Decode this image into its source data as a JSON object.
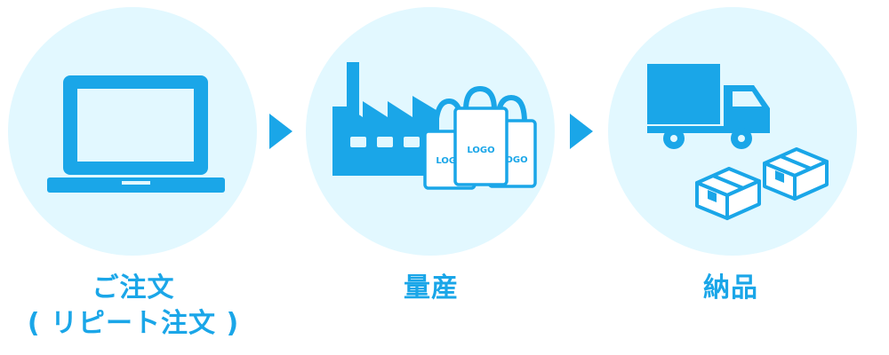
{
  "steps": [
    {
      "title": "ご注文",
      "subtitle": "( リピート注文 )",
      "icon": "laptop-icon"
    },
    {
      "title": "量産",
      "subtitle": "",
      "icon": "factory-icon",
      "bag_text": [
        "LOGO",
        "LOGO",
        "LOGO"
      ]
    },
    {
      "title": "納品",
      "subtitle": "",
      "icon": "delivery-truck-icon"
    }
  ],
  "colors": {
    "accent": "#1aa6e8",
    "circle": "#e2f8ff",
    "bag_fill": "#ffffff"
  }
}
